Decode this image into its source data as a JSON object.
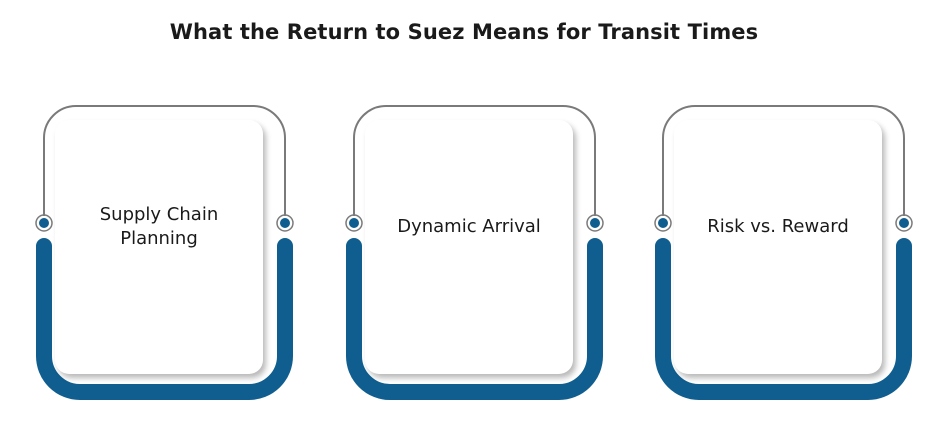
{
  "title": "What the Return to Suez Means for Transit Times",
  "colors": {
    "accent": "#0f5e8f",
    "outline": "#7a7a7a",
    "card": "#ffffff"
  },
  "cards": [
    {
      "label": "Supply Chain Planning"
    },
    {
      "label": "Dynamic Arrival"
    },
    {
      "label": "Risk vs. Reward"
    }
  ]
}
